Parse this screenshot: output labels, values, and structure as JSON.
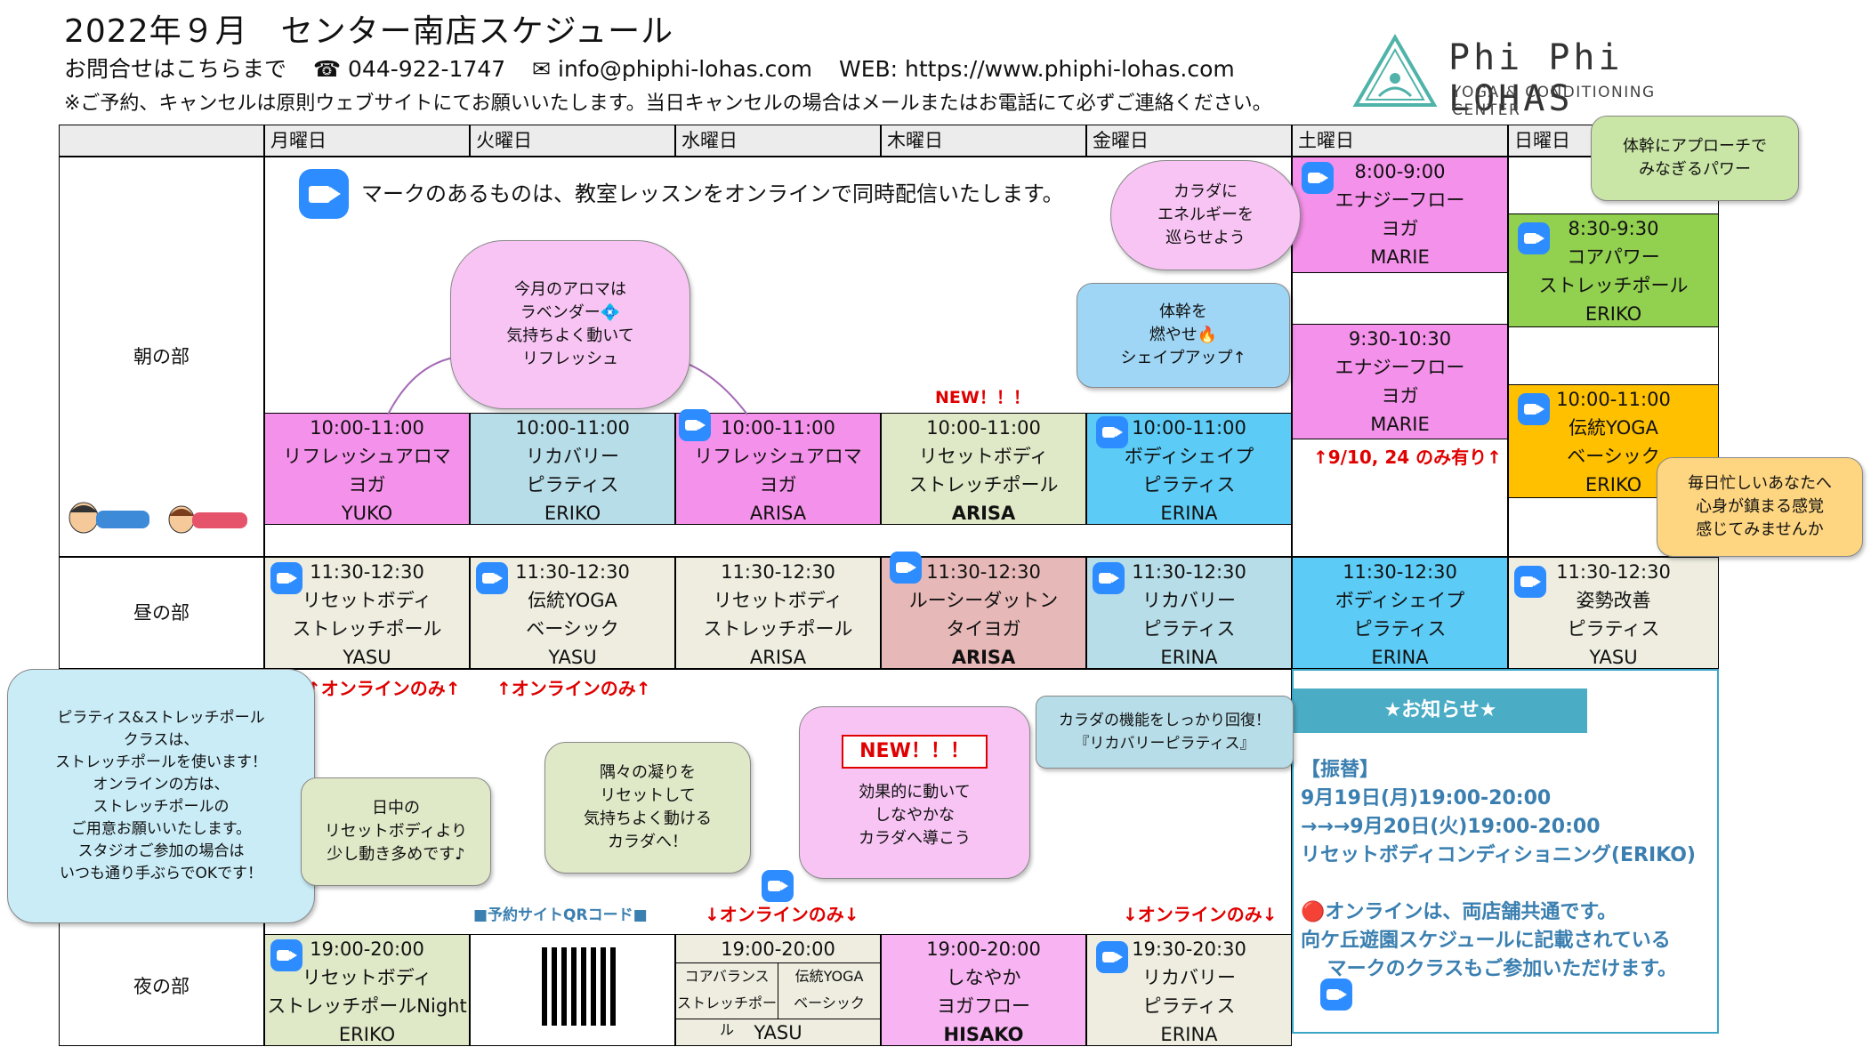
{
  "header": {
    "title": "2022年９月　センター南店スケジュール",
    "contact_label": "お問合せはこちらまで",
    "phone": "☎ 044-922-1747",
    "email": "✉ info@phiphi-lohas.com",
    "web": "WEB: https://www.phiphi-lohas.com",
    "note": "※ご予約、キャンセルは原則ウェブサイトにてお願いいたします。当日キャンセルの場合はメールまたはお電話にて必ずご連絡ください。"
  },
  "logo": {
    "name": "Phi Phi LOHAS",
    "sub": "YOGA & CONDITIONING CENTER"
  },
  "days": [
    "月曜日",
    "火曜日",
    "水曜日",
    "木曜日",
    "金曜日",
    "土曜日",
    "日曜日"
  ],
  "periods": {
    "morning": "朝の部",
    "noon": "昼の部",
    "night": "夜の部"
  },
  "online_banner": "マークのあるものは、教室レッスンをオンラインで同時配信いたします。",
  "morning": {
    "mon": [
      "10:00-11:00",
      "リフレッシュアロマ",
      "ヨガ",
      "YUKO"
    ],
    "tue": [
      "10:00-11:00",
      "リカバリー",
      "ピラティス",
      "ERIKO"
    ],
    "wed": [
      "10:00-11:00",
      "リフレッシュアロマ",
      "ヨガ",
      "ARISA"
    ],
    "thu": [
      "10:00-11:00",
      "リセットボディ",
      "ストレッチポール",
      "ARISA"
    ],
    "fri": [
      "10:00-11:00",
      "ボディシェイプ",
      "ピラティス",
      "ERINA"
    ],
    "sat1": [
      "8:00-9:00",
      "エナジーフロー",
      "ヨガ",
      "MARIE"
    ],
    "sat2": [
      "9:30-10:30",
      "エナジーフロー",
      "ヨガ",
      "MARIE"
    ],
    "sun1": [
      "8:30-9:30",
      "コアパワー",
      "ストレッチポール",
      "ERIKO"
    ],
    "sun2": [
      "10:00-11:00",
      "伝統YOGA",
      "ベーシック",
      "ERIKO"
    ]
  },
  "noon": {
    "mon": [
      "11:30-12:30",
      "リセットボディ",
      "ストレッチポール",
      "YASU"
    ],
    "tue": [
      "11:30-12:30",
      "伝統YOGA",
      "ベーシック",
      "YASU"
    ],
    "wed": [
      "11:30-12:30",
      "リセットボディ",
      "ストレッチポール",
      "ARISA"
    ],
    "thu": [
      "11:30-12:30",
      "ルーシーダットン",
      "タイヨガ",
      "ARISA"
    ],
    "fri": [
      "11:30-12:30",
      "リカバリー",
      "ピラティス",
      "ERINA"
    ],
    "sat": [
      "11:30-12:30",
      "ボディシェイプ",
      "ピラティス",
      "ERINA"
    ],
    "sun": [
      "11:30-12:30",
      "姿勢改善",
      "ピラティス",
      "YASU"
    ]
  },
  "night": {
    "mon": [
      "19:00-20:00",
      "リセットボディ",
      "ストレッチポールNight",
      "ERIKO"
    ],
    "wed_time": "19:00-20:00",
    "wed_a": [
      "コアバランス",
      "ストレッチポール"
    ],
    "wed_b": [
      "伝統YOGA",
      "ベーシック"
    ],
    "wed_teacher": "YASU",
    "thu": [
      "19:00-20:00",
      "しなやか",
      "ヨガフロー",
      "HISAKO"
    ],
    "fri": [
      "19:30-20:30",
      "リカバリー",
      "ピラティス",
      "ERINA"
    ]
  },
  "labels": {
    "new": "NEW！！！",
    "sat_only": "↑9/10, 24 のみ有り↑",
    "online_only_up": "↑オンラインのみ↑",
    "online_only_down": "↓オンラインのみ↓",
    "qr_label": "■予約サイトQRコード■"
  },
  "bubbles": {
    "aroma": [
      "今月のアロマは",
      "ラベンダー💠",
      "気持ちよく動いて",
      "リフレッシュ"
    ],
    "energy": [
      "カラダに",
      "エネルギーを",
      "巡らせよう"
    ],
    "core": [
      "体幹を",
      "燃やせ🔥",
      "シェイプアップ↑"
    ],
    "sunday_core": [
      "体幹にアプローチで",
      "みなぎるパワー"
    ],
    "busy": [
      "毎日忙しいあなたへ",
      "心身が鎮まる感覚",
      "感じてみませんか"
    ],
    "stretchpole": [
      "ピラティス&ストレッチポール",
      "クラスは、",
      "ストレッチポールを使います！",
      "オンラインの方は、",
      "ストレッチポールの",
      "ご用意お願いいたします。",
      "スタジオご参加の場合は",
      "いつも通り手ぶらでOKです！"
    ],
    "daytime": [
      "日中の",
      "リセットボディより",
      "少し動き多めです♪"
    ],
    "stiff": [
      "隅々の凝りを",
      "リセットして",
      "気持ちよく動ける",
      "カラダへ！"
    ],
    "supple": [
      "効果的に動いて",
      "しなやかな",
      "カラダへ導こう"
    ],
    "recovery": [
      "カラダの機能をしっかり回復！",
      "『リカバリーピラティス』"
    ]
  },
  "notice": {
    "title": "★お知らせ★",
    "lines": [
      "【振替】",
      "9月19日(月)19:00-20:00",
      "→→→9月20日(火)19:00-20:00",
      "リセットボディコンディショニング(ERIKO)",
      "",
      "🔴オンラインは、両店舗共通です。",
      "向ケ丘遊園スケジュールに記載されている",
      "　 マークのクラスもご参加いただけます。"
    ]
  }
}
